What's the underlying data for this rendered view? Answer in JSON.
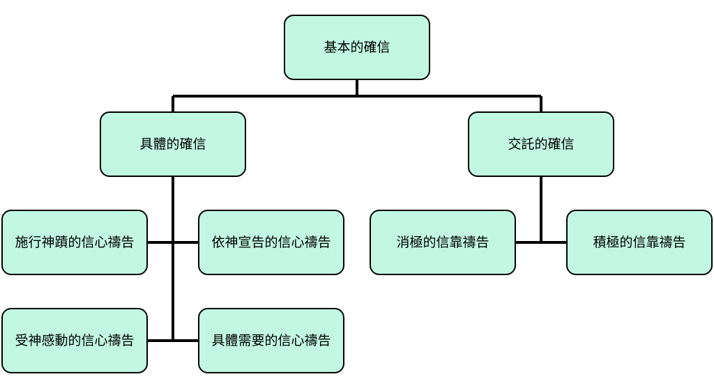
{
  "diagram": {
    "root": "基本的確信",
    "branches": [
      {
        "label": "具體的確信",
        "children": [
          "施行神蹟的信心禱告",
          "依神宣告的信心禱告",
          "受神感動的信心禱告",
          "具體需要的信心禱告"
        ]
      },
      {
        "label": "交託的確信",
        "children": [
          "消極的信靠禱告",
          "積極的信靠禱告"
        ]
      }
    ],
    "colors": {
      "node_fill": "#c2f7e4",
      "node_border": "#000000",
      "connector": "#000000"
    }
  }
}
